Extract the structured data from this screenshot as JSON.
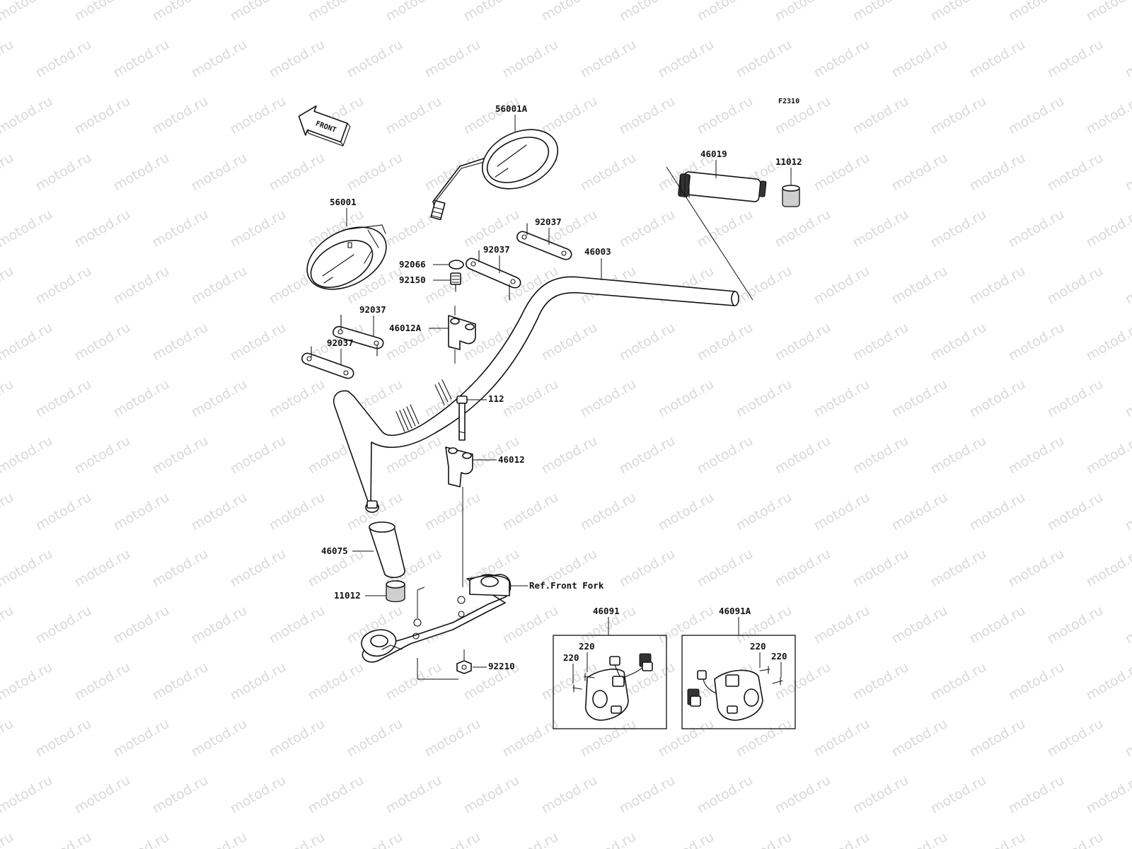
{
  "watermark": "motod.ru",
  "figure_code": "F2310",
  "front_arrow_label": "FRONT",
  "reference_label": "Ref.Front Fork",
  "parts": {
    "mirror_right": "56001A",
    "mirror_left": "56001",
    "grip_throttle": "46019",
    "grip_end_right": "11012",
    "clamp_plate_1": "92037",
    "clamp_plate_2": "92037",
    "clamp_plate_3": "92037",
    "clamp_plate_4": "92037",
    "cap": "92066",
    "collar": "92150",
    "handlebar": "46003",
    "holder_upper": "46012A",
    "bolt": "112",
    "holder_lower": "46012",
    "grip_left": "46075",
    "grip_end_left": "11012",
    "nut": "92210",
    "switch_right": "46091",
    "switch_right_screw_a": "220",
    "switch_right_screw_b": "220",
    "switch_left": "46091A",
    "switch_left_screw_a": "220",
    "switch_left_screw_b": "220"
  }
}
